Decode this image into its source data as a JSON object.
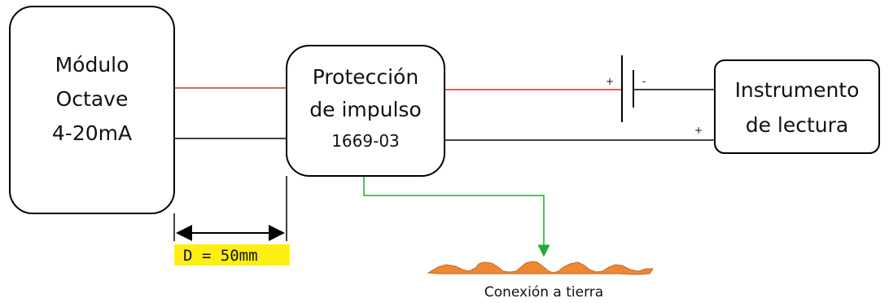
{
  "blocks": {
    "octave": {
      "lines": [
        "Módulo",
        "Octave",
        "4-20mA"
      ]
    },
    "protection": {
      "lines": [
        "Protección",
        "de impulso",
        "1669-03"
      ]
    },
    "instrument": {
      "lines": [
        "Instrumento",
        "de lectura"
      ]
    }
  },
  "battery": {
    "plus": "+",
    "minus": "-"
  },
  "instrument_plus": "+",
  "dimension": {
    "label": "D = 50mm",
    "highlight": "#ffee11"
  },
  "ground": {
    "label": "Conexión a tierra",
    "fill": "#ee8833"
  },
  "colors": {
    "positive_wire": "#cc3333",
    "negative_wire": "#000000",
    "ground_wire": "#22aa33"
  }
}
